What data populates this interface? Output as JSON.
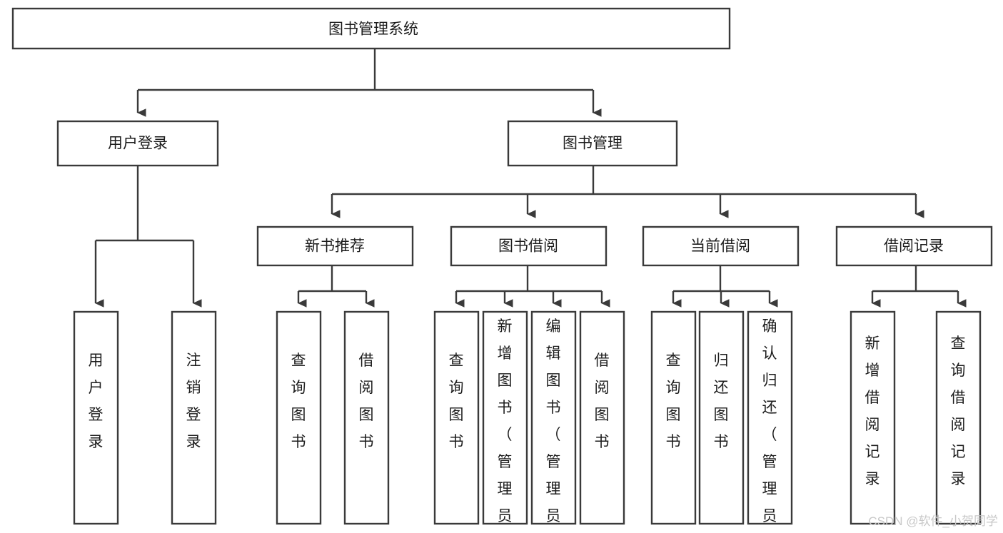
{
  "diagram": {
    "title": "图书管理系统",
    "type": "tree-hierarchy-chart",
    "orientation": "top-down",
    "colors": {
      "box_stroke": "#3a3a3a",
      "box_fill": "#ffffff",
      "connector": "#3a3a3a",
      "text": "#1c1c1c",
      "watermark": "#c8c8c8",
      "background": "#ffffff"
    },
    "nodes": {
      "root": {
        "label": "图书管理系统"
      },
      "level2": [
        {
          "label": "用户登录"
        },
        {
          "label": "图书管理"
        }
      ],
      "level3": [
        {
          "label": "新书推荐"
        },
        {
          "label": "图书借阅"
        },
        {
          "label": "当前借阅"
        },
        {
          "label": "借阅记录"
        }
      ],
      "leaves": {
        "user_login": [
          {
            "label": "用户登录"
          },
          {
            "label": "注销登录"
          }
        ],
        "new_book_recommend": [
          {
            "label": "查询图书"
          },
          {
            "label": "借阅图书"
          }
        ],
        "book_borrow": [
          {
            "label": "查询图书"
          },
          {
            "label": "新增图书（管理员）"
          },
          {
            "label": "编辑图书（管理员）"
          },
          {
            "label": "借阅图书"
          }
        ],
        "current_borrow": [
          {
            "label": "查询图书"
          },
          {
            "label": "归还图书"
          },
          {
            "label": "确认归还（管理员）"
          }
        ],
        "borrow_record": [
          {
            "label": "新增借阅记录"
          },
          {
            "label": "查询借阅记录"
          }
        ]
      }
    }
  },
  "watermark": {
    "text": "CSDN @软件_小贺同学"
  }
}
